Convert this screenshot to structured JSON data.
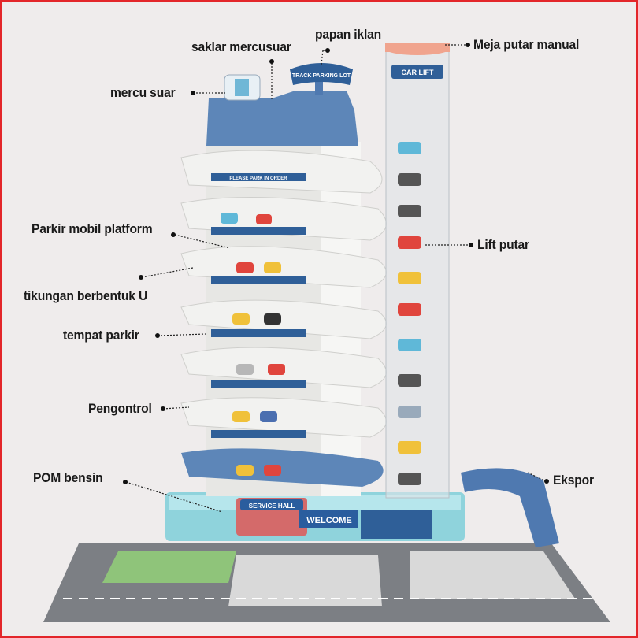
{
  "labels": {
    "lighthouse_switch": "saklar mercusuar",
    "billboard": "papan iklan",
    "manual_turntable": "Meja putar manual",
    "lighthouse": "mercu suar",
    "platform_parking": "Parkir mobil platform",
    "rotating_lift": "Lift putar",
    "u_turn": "tikungan berbentuk U",
    "parking_spot": "tempat parkir",
    "controller": "Pengontrol",
    "gas_station": "POM bensin",
    "exit": "Ekspor"
  },
  "toy_text": {
    "billboard_sign": "TRACK PARKING LOT",
    "lift_sign": "CAR LIFT",
    "floor_sign": "PLEASE PARK IN ORDER",
    "service_hall": "SERVICE HALL",
    "welcome": "WELCOME"
  },
  "colors": {
    "border": "#e3262a",
    "tower_blue": "#5d86b8",
    "ramp_white": "#f2f2f0",
    "lift_top": "#f0a48e",
    "mat_gray": "#7c7f84"
  }
}
